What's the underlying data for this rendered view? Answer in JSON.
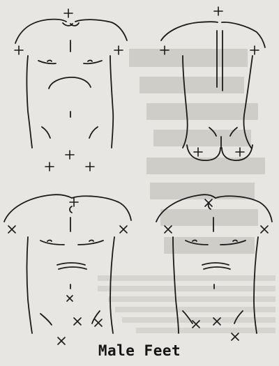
{
  "caption": "Male Feet",
  "colors": {
    "paper": "#e7e6e2",
    "ink": "#1a1a1a",
    "bleed_through": "#c9c8c4"
  },
  "figures": [
    {
      "name": "front-torso",
      "marker": "+"
    },
    {
      "name": "back-torso",
      "marker": "+"
    },
    {
      "name": "front-torso-lower-left",
      "marker": "+"
    },
    {
      "name": "front-torso-lower-right",
      "marker": "+"
    }
  ]
}
